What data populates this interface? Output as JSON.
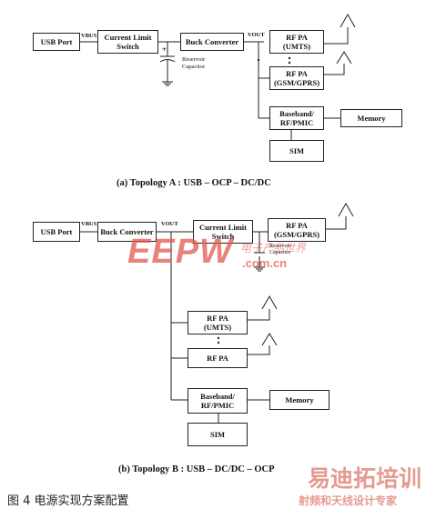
{
  "topology_a": {
    "usb_port": "USB Port",
    "vbus": "VBUS",
    "current_limit": "Current Limit\nSwitch",
    "buck": "Buck Converter",
    "vout": "VOUT",
    "reservoir": "Reservoir\nCapacitor",
    "rf_pa_umts": "RF PA\n(UMTS)",
    "rf_pa_gsm": "RF PA\n(GSM/GPRS)",
    "baseband": "Baseband/\nRF/PMIC",
    "memory": "Memory",
    "sim": "SIM",
    "caption": "(a) Topology A : USB – OCP – DC/DC"
  },
  "topology_b": {
    "usb_port": "USB Port",
    "vbus": "VBUS",
    "buck": "Buck Converter",
    "vout": "VOUT",
    "current_limit": "Current Limit\nSwitch",
    "reservoir": "Reservoir\nCapacitor",
    "rf_pa_gsm": "RF PA\n(GSM/GPRS)",
    "rf_pa_umts": "RF PA\n(UMTS)",
    "rf_pa": "RF PA",
    "baseband": "Baseband/\nRF/PMIC",
    "memory": "Memory",
    "sim": "SIM",
    "caption": "(b) Topology B : USB – DC/DC – OCP"
  },
  "figure_caption": "图 4  电源实现方案配置",
  "watermarks": {
    "eepw": "EEPW",
    "eepw_cn": "电子产品世界",
    "eepw_url": ".com.cn",
    "rfedu": "易迪拓培训",
    "rfedu_sub": "射频和天线设计专家"
  },
  "colors": {
    "line": "#222222",
    "watermark": "#e05a4e"
  }
}
